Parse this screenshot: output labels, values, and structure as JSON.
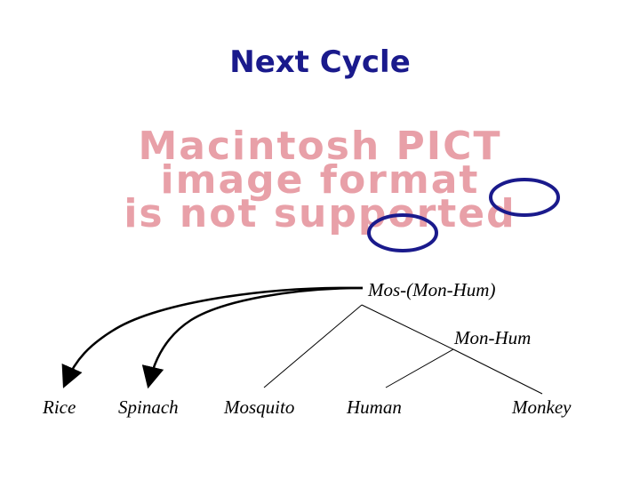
{
  "slide": {
    "title": "Next Cycle",
    "placeholder_lines": [
      "Macintosh PICT",
      "image format",
      "is not supported"
    ],
    "accent_color": "#1a1a8c",
    "placeholder_color": "#e8a0a8"
  },
  "tree": {
    "root_label": "Mos-(Mon-Hum)",
    "internal_label": "Mon-Hum",
    "leaves": [
      "Rice",
      "Spinach",
      "Mosquito",
      "Human",
      "Monkey"
    ]
  }
}
